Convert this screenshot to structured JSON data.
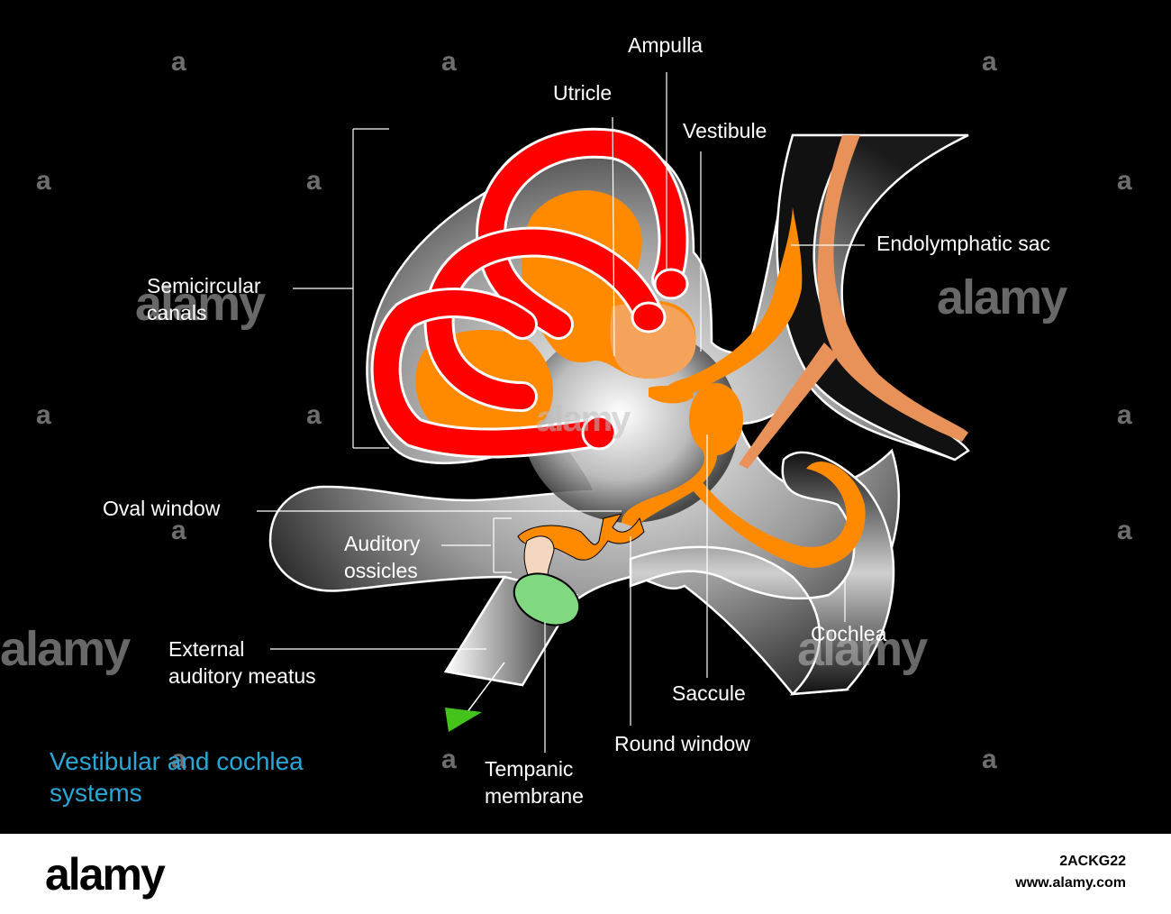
{
  "labels": {
    "ampulla": "Ampulla",
    "utricle": "Utricle",
    "vestibule": "Vestibule",
    "endolymphatic_sac": "Endolymphatic sac",
    "semicircular_canals": "Semicircular\ncanals",
    "oval_window": "Oval window",
    "auditory_ossicles": "Auditory\nossicles",
    "external_auditory_meatus": "External\nauditory meatus",
    "cochlea": "Cochlea",
    "saccule": "Saccule",
    "round_window": "Round window",
    "tempanic_membrane": "Tempanic\nmembrane"
  },
  "caption": "Vestibular and cochlea\nsystems",
  "footer": {
    "brand": "alamy",
    "image_id": "2ACKG22",
    "site": "www.alamy.com"
  },
  "watermark": {
    "small": "a",
    "large": "alamy"
  },
  "colors": {
    "canal_red": "#ff0000",
    "orange": "#ff8a00",
    "light_orange": "#f5a25a",
    "duct_orange": "#e8925a",
    "membrane_green": "#80d880",
    "caption_blue": "#2aa7d6",
    "background": "#000000"
  }
}
